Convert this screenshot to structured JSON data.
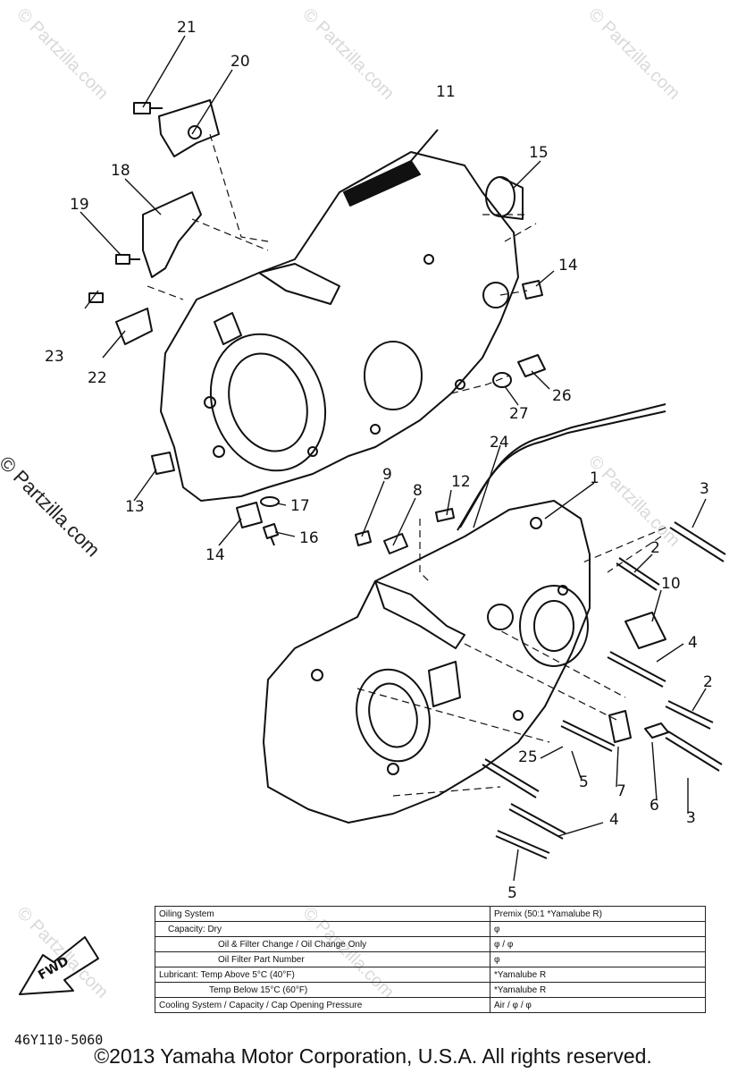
{
  "watermark": "© Partzilla.com",
  "callouts": [
    "21",
    "20",
    "11",
    "15",
    "18",
    "19",
    "14",
    "23",
    "22",
    "26",
    "27",
    "24",
    "1",
    "3",
    "13",
    "9",
    "8",
    "12",
    "17",
    "16",
    "14",
    "2",
    "10",
    "4",
    "2",
    "25",
    "5",
    "7",
    "6",
    "3",
    "4",
    "5"
  ],
  "fwd_label": "FWD",
  "diagram_code": "46Y110-5060",
  "spec_table": {
    "rows": [
      {
        "label": "Oiling System",
        "value": "Premix (50:1 *Yamalube R)"
      },
      {
        "label": "Capacity: Dry",
        "value": "φ"
      },
      {
        "label": "Oil & Filter Change / Oil Change Only",
        "value": "φ / φ"
      },
      {
        "label": "Oil Filter Part Number",
        "value": "φ"
      },
      {
        "label": "Lubricant: Temp Above 5°C (40°F)",
        "value": "*Yamalube R"
      },
      {
        "label": "Temp Below 15°C (60°F)",
        "value": "*Yamalube R"
      },
      {
        "label": "Cooling System / Capacity / Cap Opening Pressure",
        "value": "Air / φ / φ"
      }
    ]
  },
  "copyright": "©2013 Yamaha Motor Corporation, U.S.A. All rights reserved."
}
